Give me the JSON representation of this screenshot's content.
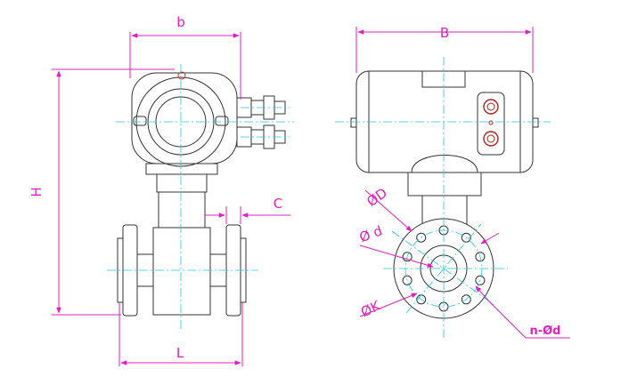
{
  "labels": {
    "dim_b": "b",
    "dim_B": "B",
    "dim_H": "H",
    "dim_C": "C",
    "dim_L": "L",
    "dim_D": "ØD",
    "dim_d2": "Ø d",
    "dim_K": "ØK",
    "dim_nd": "n-Ød"
  },
  "colors": {
    "outline": "#333333",
    "dimension": "#e020c0",
    "centerline": "#20c8d8"
  },
  "flange_holes": 10
}
